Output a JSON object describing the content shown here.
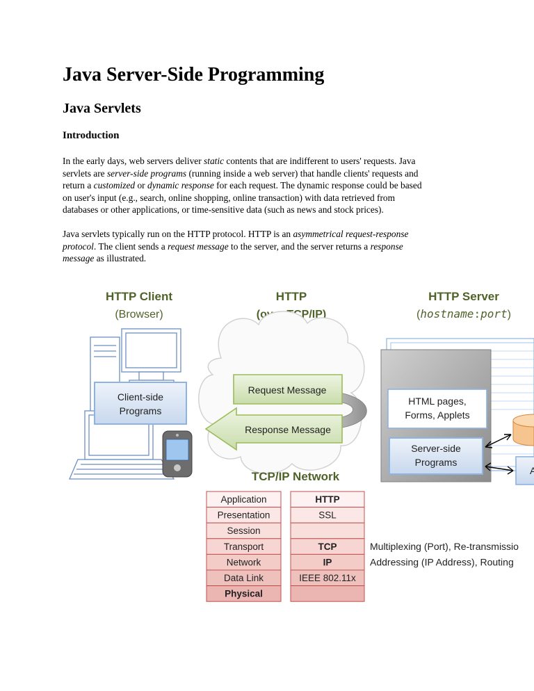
{
  "doc": {
    "title": "Java Server-Side Programming",
    "section": "Java Servlets",
    "subsection": "Introduction",
    "p1": {
      "l1a": "In the early days, web servers deliver ",
      "l1b": "static",
      "l1c": " contents that are indifferent to users' requests. Java",
      "l2a": "servlets are ",
      "l2b": "server-side programs",
      "l2c": " (running inside a web server) that handle clients' requests and",
      "l3a": "return a ",
      "l3b": "customized",
      "l3c": " or ",
      "l3d": "dynamic response",
      "l3e": " for each request. The dynamic response could be based",
      "l4": "on user's input (e.g., search, online shopping, online transaction) with data retrieved from",
      "l5": "databases or other applications, or time-sensitive data (such as news and stock prices)."
    },
    "p2": {
      "l1a": "Java servlets typically run on the HTTP protocol. HTTP is an ",
      "l1b": "asymmetrical request-response",
      "l2a": "protocol",
      "l2b": ". The client sends a ",
      "l2c": "request message",
      "l2d": " to the server, and the server returns a ",
      "l2e": "response",
      "l3a": "message",
      "l3b": " as illustrated."
    }
  },
  "diagram": {
    "client_title": "HTTP Client",
    "client_sub": "(Browser)",
    "http_title": "HTTP",
    "http_sub": "(over TCP/IP)",
    "server_title": "HTTP Server",
    "server_sub_open": "(",
    "server_sub_host": "hostname",
    "server_sub_colon": ":",
    "server_sub_port": "port",
    "server_sub_close": ")",
    "client_box_l1": "Client-side",
    "client_box_l2": "Programs",
    "request": "Request Message",
    "response": "Response Message",
    "html_box_l1": "HTML pages,",
    "html_box_l2": "Forms, Applets",
    "server_box_l1": "Server-side",
    "server_box_l2": "Programs",
    "server_cut_letter": "A",
    "network_title": "TCP/IP Network",
    "layers": [
      "Application",
      "Presentation",
      "Session",
      "Transport",
      "Network",
      "Data Link",
      "Physical"
    ],
    "protocols": [
      "HTTP",
      "SSL",
      "",
      "TCP",
      "IP",
      "IEEE 802.11x",
      ""
    ],
    "notes": [
      "",
      "",
      "",
      "Multiplexing (Port), Re-transmissio",
      "Addressing (IP Address), Routing",
      "",
      ""
    ],
    "colors": {
      "heading_green": "#4f6228",
      "arrow_green": "#dbe9c6",
      "box_blue": "#dbe5f1",
      "line_blue": "#8db3e2",
      "layer_pink": "#f4d3d1",
      "layer_border": "#c0504d",
      "server_gray": "#a6a6a6"
    }
  }
}
